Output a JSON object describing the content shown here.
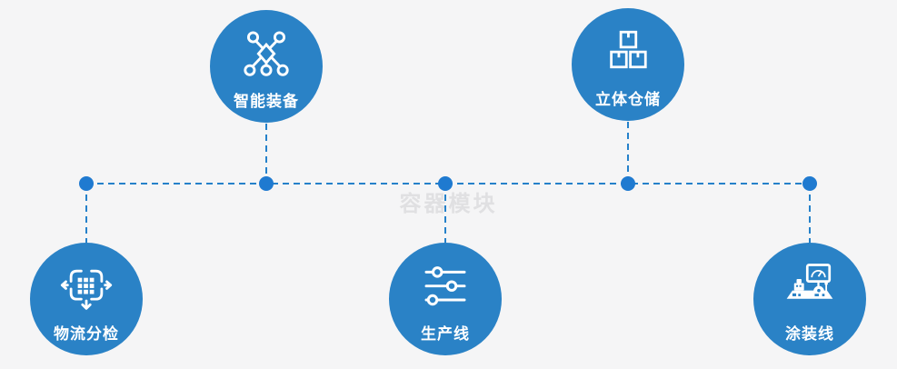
{
  "diagram": {
    "watermark": "容器模块",
    "nodes": [
      {
        "label": "智能装备",
        "icon": "network-nodes-icon",
        "position": "top-left"
      },
      {
        "label": "立体仓储",
        "icon": "stacked-boxes-icon",
        "position": "top-right"
      },
      {
        "label": "物流分检",
        "icon": "sorting-move-grid-icon",
        "position": "bottom-left"
      },
      {
        "label": "生产线",
        "icon": "sliders-icon",
        "position": "bottom-center"
      },
      {
        "label": "涂装线",
        "icon": "paint-machine-icon",
        "position": "bottom-right"
      }
    ]
  },
  "colors": {
    "bg": "#f5f5f6",
    "node": "#2a82c6",
    "line": "#2581ca",
    "dot": "#1f7ad0",
    "label": "#ffffff",
    "watermark": "#e0e0e2"
  }
}
